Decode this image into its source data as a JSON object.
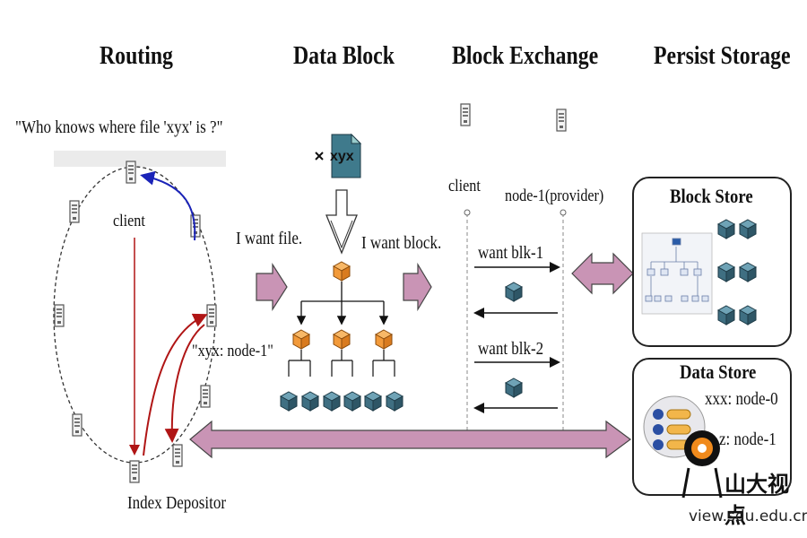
{
  "headings": {
    "routing": "Routing",
    "data_block": "Data Block",
    "block_exchange": "Block Exchange",
    "persist_storage": "Persist Storage"
  },
  "routing": {
    "question": "\"Who knows where file 'xyx' is ?\"",
    "client": "client",
    "answer": "\"xyx: node-1\"",
    "index_depositor": "Index Depositor"
  },
  "data_block": {
    "file_name": "xyx",
    "want_file": "I want file.",
    "want_block": "I want block."
  },
  "block_exchange": {
    "client": "client",
    "provider": "node-1(provider)",
    "want_blk_1": "want blk-1",
    "want_blk_2": "want blk-2"
  },
  "block_store": {
    "title": "Block Store"
  },
  "data_store": {
    "title": "Data Store",
    "entry_1": "xxx: node-0",
    "entry_2": "z: node-1"
  },
  "watermark": {
    "text": "山大视点",
    "url": "view.sdu.edu.cn"
  },
  "colors": {
    "pink_arrow": "#c994b5",
    "orange_node": "#f29a3a",
    "teal_block": "#4a7f93",
    "red_arrow": "#b01515",
    "blue_arrow": "#1a23b8"
  }
}
